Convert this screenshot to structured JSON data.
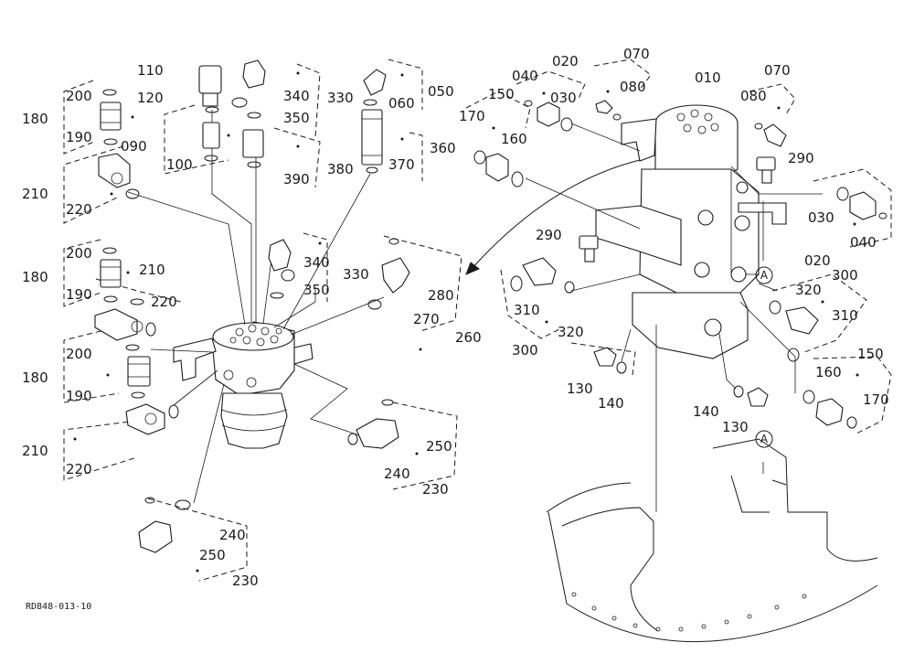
{
  "drawing_code": "RD848-013-10",
  "view_marker": "A",
  "labels": [
    {
      "id": "p010",
      "text": "010"
    },
    {
      "id": "p020a",
      "text": "020"
    },
    {
      "id": "p030a",
      "text": "030"
    },
    {
      "id": "p040a",
      "text": "040"
    },
    {
      "id": "p050",
      "text": "050"
    },
    {
      "id": "p060",
      "text": "060"
    },
    {
      "id": "p070a",
      "text": "070"
    },
    {
      "id": "p080a",
      "text": "080"
    },
    {
      "id": "p070b",
      "text": "070"
    },
    {
      "id": "p080b",
      "text": "080"
    },
    {
      "id": "p090",
      "text": "090"
    },
    {
      "id": "p100",
      "text": "100"
    },
    {
      "id": "p110",
      "text": "110"
    },
    {
      "id": "p120",
      "text": "120"
    },
    {
      "id": "p130a",
      "text": "130"
    },
    {
      "id": "p140a",
      "text": "140"
    },
    {
      "id": "p140b",
      "text": "140"
    },
    {
      "id": "p130b",
      "text": "130"
    },
    {
      "id": "p150a",
      "text": "150"
    },
    {
      "id": "p160a",
      "text": "160"
    },
    {
      "id": "p170a",
      "text": "170"
    },
    {
      "id": "p150b",
      "text": "150"
    },
    {
      "id": "p160b",
      "text": "160"
    },
    {
      "id": "p170b",
      "text": "170"
    },
    {
      "id": "p180a",
      "text": "180"
    },
    {
      "id": "p180b",
      "text": "180"
    },
    {
      "id": "p180c",
      "text": "180"
    },
    {
      "id": "p190a",
      "text": "190"
    },
    {
      "id": "p190b",
      "text": "190"
    },
    {
      "id": "p190c",
      "text": "190"
    },
    {
      "id": "p200a",
      "text": "200"
    },
    {
      "id": "p200b",
      "text": "200"
    },
    {
      "id": "p200c",
      "text": "200"
    },
    {
      "id": "p210a",
      "text": "210"
    },
    {
      "id": "p210b",
      "text": "210"
    },
    {
      "id": "p210c",
      "text": "210"
    },
    {
      "id": "p220a",
      "text": "220"
    },
    {
      "id": "p220b",
      "text": "220"
    },
    {
      "id": "p220c",
      "text": "220"
    },
    {
      "id": "p230a",
      "text": "230"
    },
    {
      "id": "p230b",
      "text": "230"
    },
    {
      "id": "p240a",
      "text": "240"
    },
    {
      "id": "p240b",
      "text": "240"
    },
    {
      "id": "p250a",
      "text": "250"
    },
    {
      "id": "p250b",
      "text": "250"
    },
    {
      "id": "p260",
      "text": "260"
    },
    {
      "id": "p270",
      "text": "270"
    },
    {
      "id": "p280",
      "text": "280"
    },
    {
      "id": "p290a",
      "text": "290"
    },
    {
      "id": "p290b",
      "text": "290"
    },
    {
      "id": "p300a",
      "text": "300"
    },
    {
      "id": "p300b",
      "text": "300"
    },
    {
      "id": "p310a",
      "text": "310"
    },
    {
      "id": "p310b",
      "text": "310"
    },
    {
      "id": "p320a",
      "text": "320"
    },
    {
      "id": "p320b",
      "text": "320"
    },
    {
      "id": "p330a",
      "text": "330"
    },
    {
      "id": "p330b",
      "text": "330"
    },
    {
      "id": "p340a",
      "text": "340"
    },
    {
      "id": "p340b",
      "text": "340"
    },
    {
      "id": "p350a",
      "text": "350"
    },
    {
      "id": "p350b",
      "text": "350"
    },
    {
      "id": "p360",
      "text": "360"
    },
    {
      "id": "p370",
      "text": "370"
    },
    {
      "id": "p380",
      "text": "380"
    },
    {
      "id": "p390",
      "text": "390"
    },
    {
      "id": "p020b",
      "text": "020"
    },
    {
      "id": "p030b",
      "text": "030"
    },
    {
      "id": "p040b",
      "text": "040"
    }
  ]
}
